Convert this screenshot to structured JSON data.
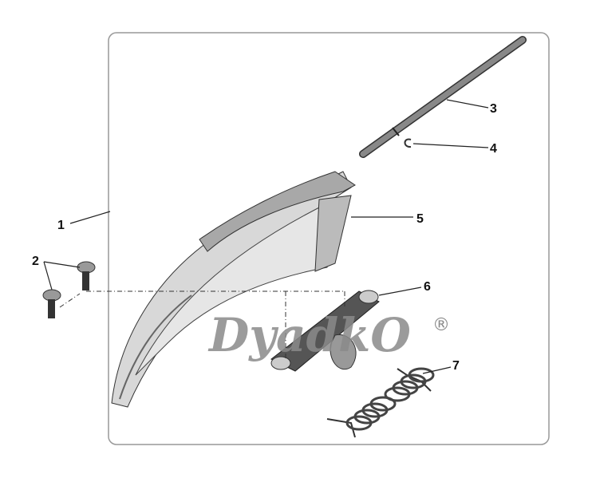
{
  "diagram": {
    "callouts": [
      "1",
      "2",
      "3",
      "4",
      "5",
      "6",
      "7"
    ],
    "watermark": "DyadkO",
    "watermark_mark": "®"
  }
}
